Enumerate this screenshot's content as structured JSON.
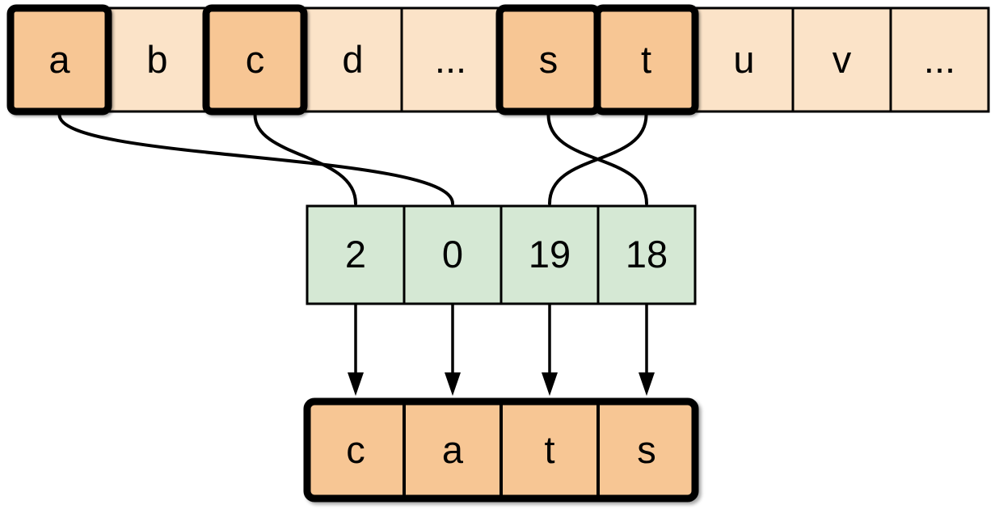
{
  "diagram": {
    "description": "String indexing diagram mapping alphabet letters to indices spelling the word cats",
    "alphabet_row": {
      "cells": [
        {
          "label": "a",
          "highlighted": true
        },
        {
          "label": "b",
          "highlighted": false
        },
        {
          "label": "c",
          "highlighted": true
        },
        {
          "label": "d",
          "highlighted": false
        },
        {
          "label": "...",
          "highlighted": false
        },
        {
          "label": "s",
          "highlighted": true
        },
        {
          "label": "t",
          "highlighted": true
        },
        {
          "label": "u",
          "highlighted": false
        },
        {
          "label": "v",
          "highlighted": false
        },
        {
          "label": "...",
          "highlighted": false
        }
      ]
    },
    "index_row": {
      "cells": [
        {
          "value": "2"
        },
        {
          "value": "0"
        },
        {
          "value": "19"
        },
        {
          "value": "18"
        }
      ]
    },
    "result_row": {
      "cells": [
        {
          "label": "c"
        },
        {
          "label": "a"
        },
        {
          "label": "t"
        },
        {
          "label": "s"
        }
      ]
    },
    "connectors": [
      {
        "from_letter": "a",
        "to_index_value": "0"
      },
      {
        "from_letter": "c",
        "to_index_value": "2"
      },
      {
        "from_letter": "s",
        "to_index_value": "18"
      },
      {
        "from_letter": "t",
        "to_index_value": "19"
      }
    ],
    "colors": {
      "cell_light": "#FBE3C8",
      "cell_highlight": "#F7C694",
      "cell_index": "#D5E8D4",
      "stroke": "#000000",
      "background": "#FFFFFF"
    }
  }
}
